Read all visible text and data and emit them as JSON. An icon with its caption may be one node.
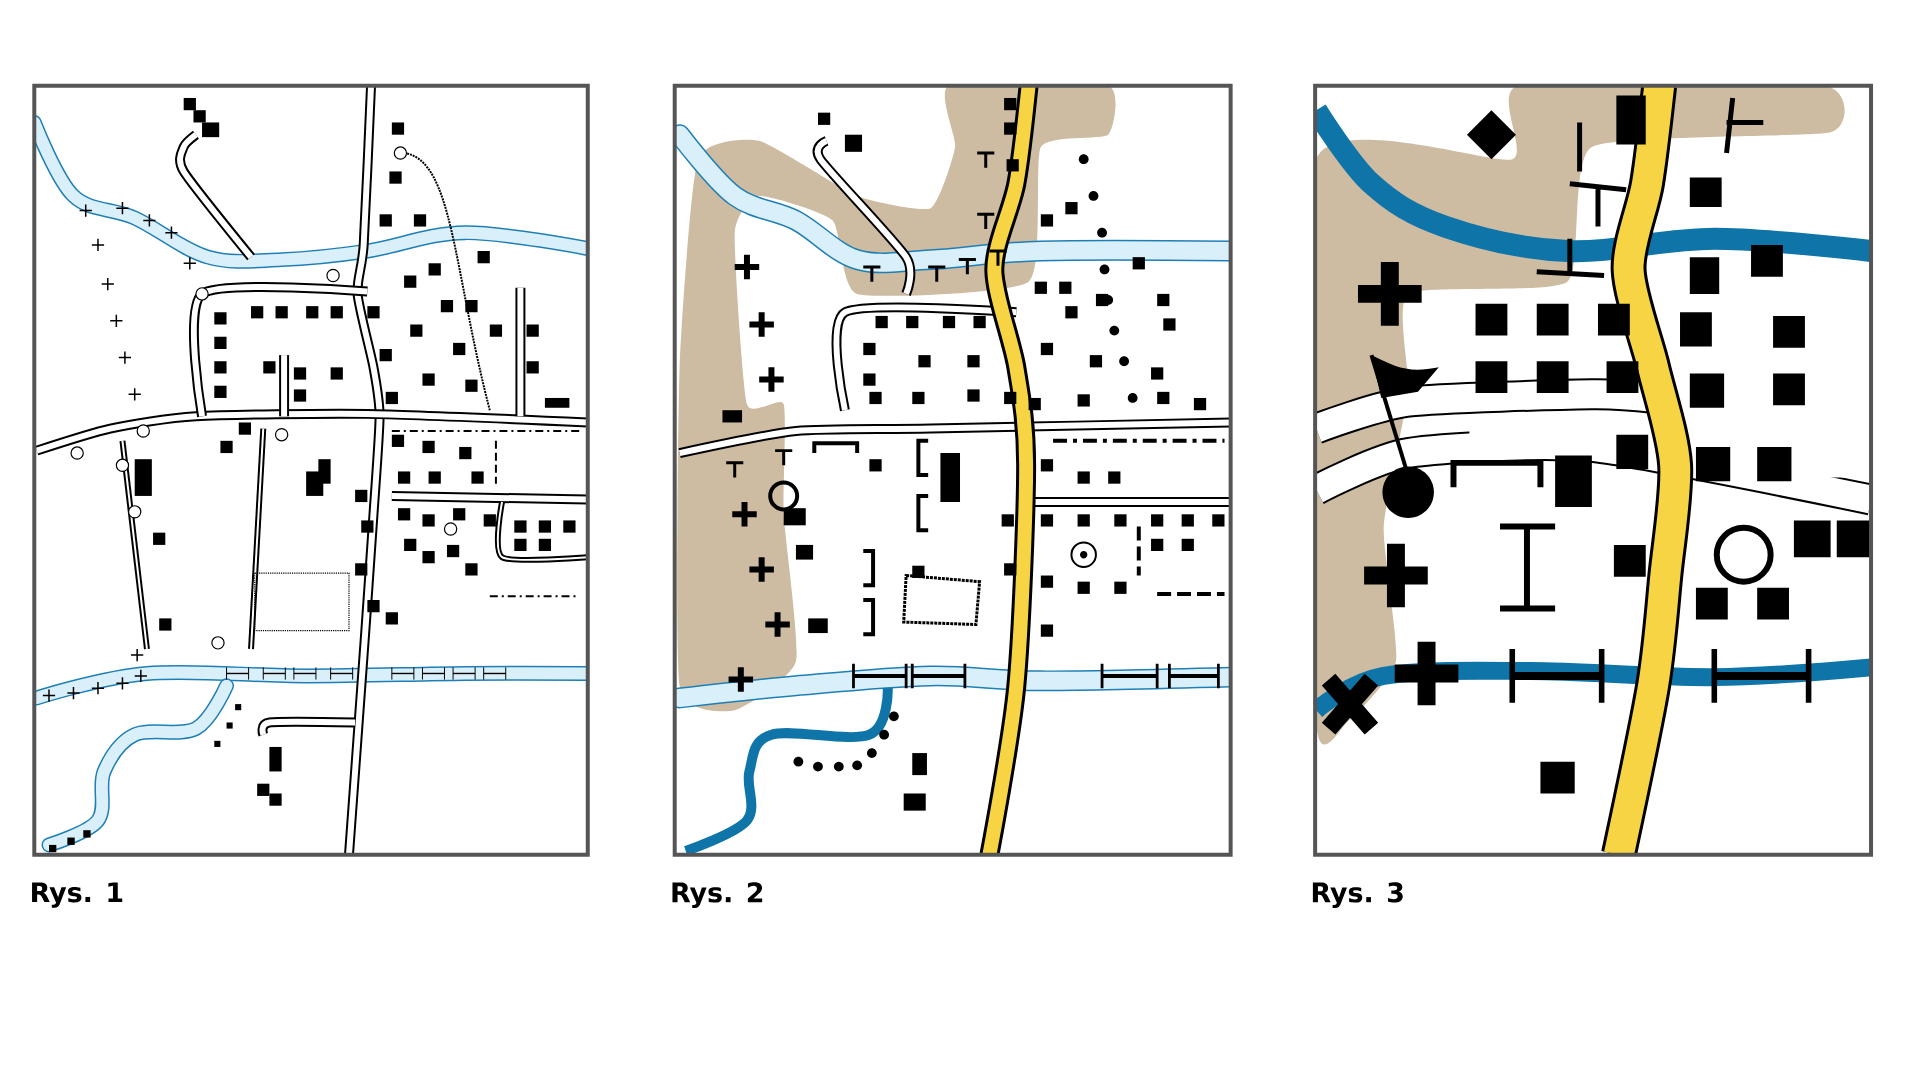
{
  "diagram": {
    "labels": [
      "Rys. 1",
      "Rys. 2",
      "Rys. 3"
    ]
  }
}
